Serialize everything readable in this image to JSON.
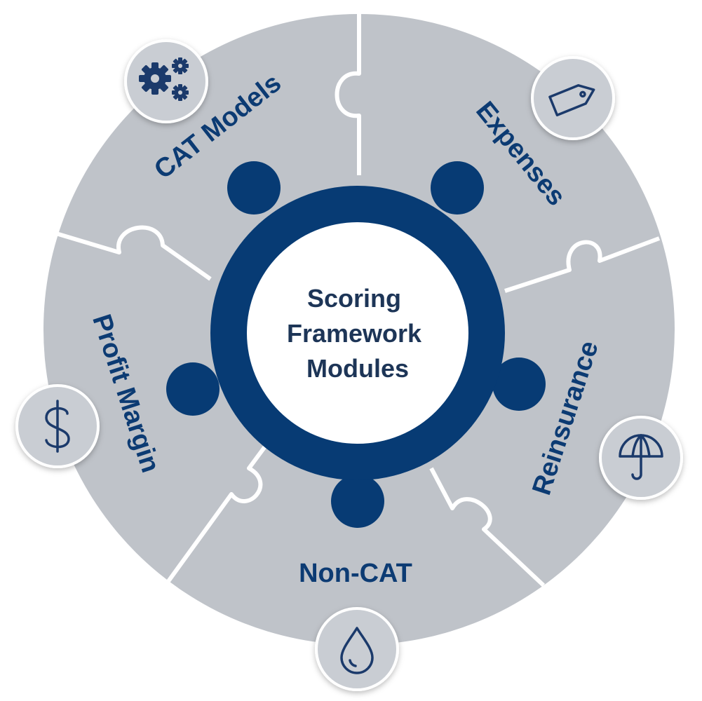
{
  "center": {
    "lines": [
      "Scoring",
      "Framework",
      "Modules"
    ]
  },
  "modules": [
    {
      "label": "CAT Models",
      "icon": "gears-icon"
    },
    {
      "label": "Expenses",
      "icon": "price-tag-icon"
    },
    {
      "label": "Reinsurance",
      "icon": "umbrella-icon"
    },
    {
      "label": "Non-CAT",
      "icon": "water-drop-icon"
    },
    {
      "label": "Profit Margin",
      "icon": "dollar-icon"
    }
  ],
  "colors": {
    "piece": "#bfc3c9",
    "seam": "#ffffff",
    "hub": "#073b74",
    "label": "#0c3b73",
    "icon_badge": "#c9cdd3",
    "icon_stroke": "#1b3a6b"
  }
}
